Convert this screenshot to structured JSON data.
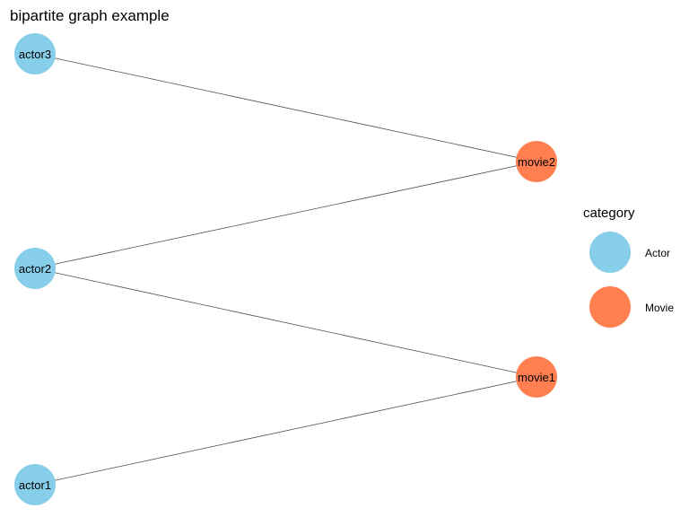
{
  "title": "bipartite graph example",
  "nodes": [
    {
      "id": "actor3",
      "label": "actor3",
      "category": "Actor"
    },
    {
      "id": "actor2",
      "label": "actor2",
      "category": "Actor"
    },
    {
      "id": "actor1",
      "label": "actor1",
      "category": "Actor"
    },
    {
      "id": "movie2",
      "label": "movie2",
      "category": "Movie"
    },
    {
      "id": "movie1",
      "label": "movie1",
      "category": "Movie"
    }
  ],
  "edges": [
    {
      "from": "actor3",
      "to": "movie2"
    },
    {
      "from": "actor2",
      "to": "movie2"
    },
    {
      "from": "actor2",
      "to": "movie1"
    },
    {
      "from": "actor1",
      "to": "movie1"
    }
  ],
  "legend": {
    "title": "category",
    "items": [
      {
        "label": "Actor",
        "color": "#87CEEB"
      },
      {
        "label": "Movie",
        "color": "#FF7F50"
      }
    ]
  }
}
